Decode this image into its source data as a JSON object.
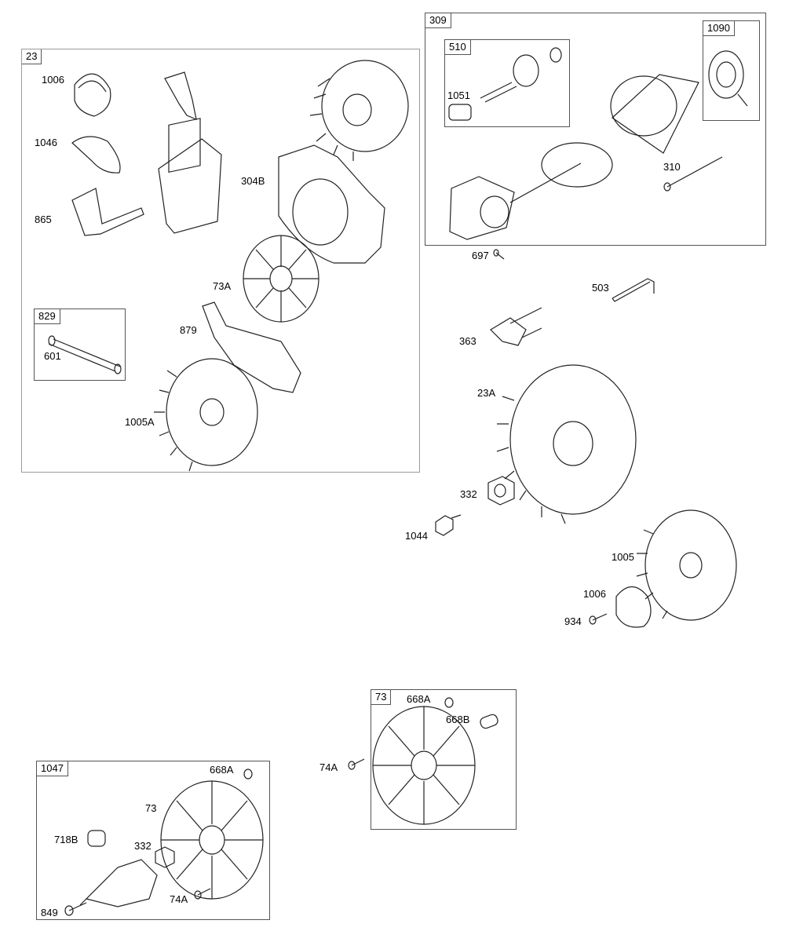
{
  "groups": {
    "g23": {
      "tag": "23"
    },
    "g309": {
      "tag": "309"
    },
    "g510": {
      "tag": "510"
    },
    "g1090": {
      "tag": "1090"
    },
    "g829": {
      "tag": "829"
    },
    "g73": {
      "tag": "73"
    },
    "g1047": {
      "tag": "1047"
    }
  },
  "parts": {
    "p1006a": "1006",
    "p1046": "1046",
    "p865": "865",
    "p304b": "304B",
    "p73a": "73A",
    "p879": "879",
    "p601": "601",
    "p1005a": "1005A",
    "p1051": "1051",
    "p310": "310",
    "p697": "697",
    "p503": "503",
    "p363": "363",
    "p23a": "23A",
    "p332a": "332",
    "p1044": "1044",
    "p1005": "1005",
    "p1006b": "1006",
    "p934": "934",
    "p668a1": "668A",
    "p668b": "668B",
    "p74a1": "74A",
    "p668a2": "668A",
    "p73": "73",
    "p718b": "718B",
    "p332b": "332",
    "p74a2": "74A",
    "p849": "849"
  }
}
